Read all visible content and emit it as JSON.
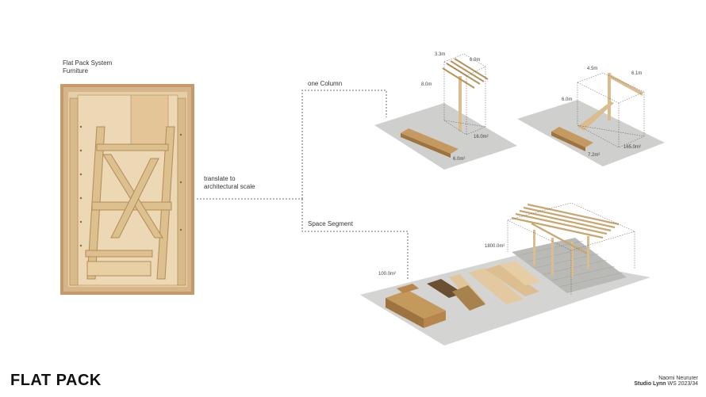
{
  "box_caption": {
    "line1": "Flat Pack System",
    "line2": "Furniture"
  },
  "translate_label": {
    "line1": "translate to",
    "line2": "architectural scale"
  },
  "branch_labels": {
    "column": "one Column",
    "segment": "Space Segment"
  },
  "dims_column": {
    "d1": "3.3m",
    "d2": "6.0m",
    "d3": "8.0m",
    "d4": "16.0m²",
    "d5": "6.0m²"
  },
  "dims_second": {
    "d1": "4.5m",
    "d2": "6.1m",
    "d3": "6.0m",
    "d4": "165.0m²",
    "d5": "7.2m²"
  },
  "dims_segment": {
    "d1": "1800.0m²",
    "d2": "100.0m²"
  },
  "footer": {
    "title": "FLAT PACK",
    "author": "Naomi Neururer",
    "studio_bold": "Studio Lynn",
    "term": " WS 2023/34"
  },
  "colors": {
    "wood": "#d9bd8f",
    "wood_dark": "#b8935d",
    "cardboard": "#c9a27a",
    "platform": "#cfcfcd",
    "line": "#444444"
  }
}
